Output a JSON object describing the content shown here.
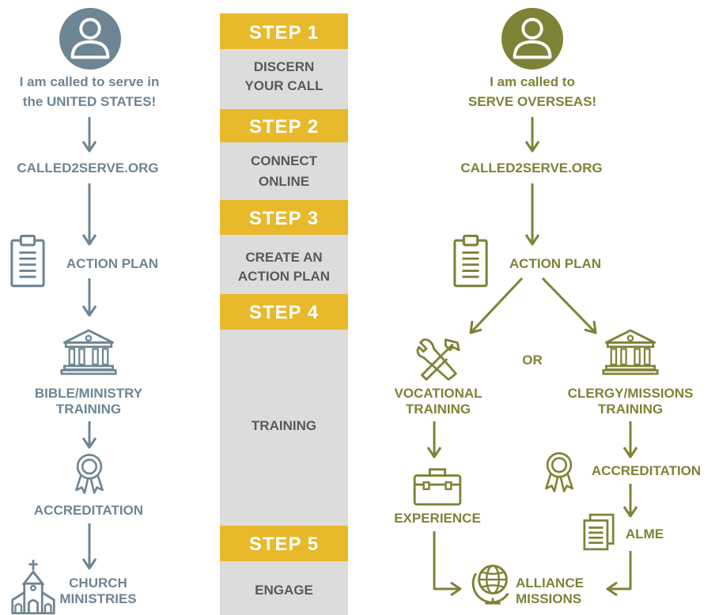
{
  "colors": {
    "us": "#6e8593",
    "overseas": "#7f8236",
    "step_gold": "#e8b92a",
    "step_grey": "#dcdcdc",
    "step_text": "#58595b",
    "white": "#ffffff"
  },
  "steps": [
    {
      "header": "STEP 1",
      "desc": [
        "DISCERN",
        "YOUR CALL"
      ]
    },
    {
      "header": "STEP 2",
      "desc": [
        "CONNECT",
        "ONLINE"
      ]
    },
    {
      "header": "STEP 3",
      "desc": [
        "CREATE AN",
        "ACTION PLAN"
      ]
    },
    {
      "header": "STEP 4",
      "desc": [
        "TRAINING"
      ]
    },
    {
      "header": "STEP 5",
      "desc": [
        "ENGAGE"
      ]
    }
  ],
  "us_path": {
    "intro": [
      "I am called to serve in",
      "the UNITED STATES!"
    ],
    "website": "CALLED2SERVE.ORG",
    "action_plan": "ACTION PLAN",
    "training": [
      "BIBLE/MINISTRY",
      "TRAINING"
    ],
    "accreditation": "ACCREDITATION",
    "engage": [
      "CHURCH",
      "MINISTRIES"
    ]
  },
  "overseas_path": {
    "intro": [
      "I am called to",
      "SERVE OVERSEAS!"
    ],
    "website": "CALLED2SERVE.ORG",
    "action_plan": "ACTION PLAN",
    "or_label": "OR",
    "vocational": [
      "VOCATIONAL",
      "TRAINING"
    ],
    "clergy": [
      "CLERGY/MISSIONS",
      "TRAINING"
    ],
    "experience": "EXPERIENCE",
    "accreditation": "ACCREDITATION",
    "alme": "ALME",
    "engage": [
      "ALLIANCE",
      "MISSIONS"
    ]
  },
  "icons": {
    "person": "person-avatar-icon",
    "clipboard": "clipboard-icon",
    "institution": "institution-building-icon",
    "award": "award-ribbon-icon",
    "church": "church-icon",
    "tools": "wrench-hammer-icon",
    "toolbox": "toolbox-icon",
    "documents": "documents-icon",
    "globe": "globe-icon"
  }
}
